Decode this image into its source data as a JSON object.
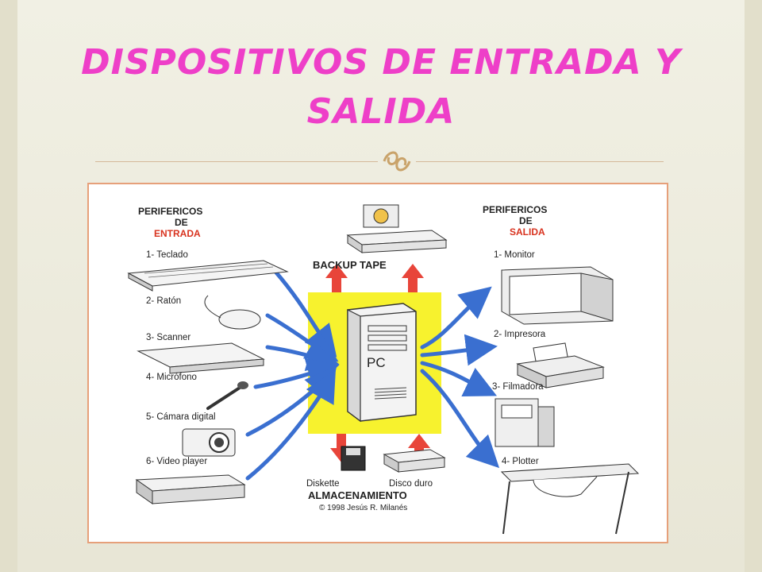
{
  "slide": {
    "title_line1": "DISPOSITIVOS DE ENTRADA Y",
    "title_line2": "SALIDA"
  },
  "diagram": {
    "input_header": [
      "PERIFERICOS",
      "DE",
      "ENTRADA"
    ],
    "input_items": [
      "1- Teclado",
      "2- Ratón",
      "3- Scanner",
      "4- Micrófono",
      "5- Cámara digital",
      "6- Video player"
    ],
    "output_header": [
      "PERIFERICOS",
      "DE",
      "SALIDA"
    ],
    "output_items": [
      "1- Monitor",
      "2- Impresora",
      "3- Filmadora",
      "4- Plotter"
    ],
    "backup_label": "BACKUP TAPE",
    "pc_label": "PC",
    "storage_items": [
      "Diskette",
      "Disco duro"
    ],
    "storage_header": "ALMACENAMIENTO",
    "credit": "© 1998 Jesús R. Milanés",
    "colors": {
      "title": "#ee3fc8",
      "accent_red": "#d8321e",
      "core_yellow": "#f7f22e",
      "arrow_blue": "#3a6fd0",
      "arrow_red": "#e8453a"
    }
  }
}
